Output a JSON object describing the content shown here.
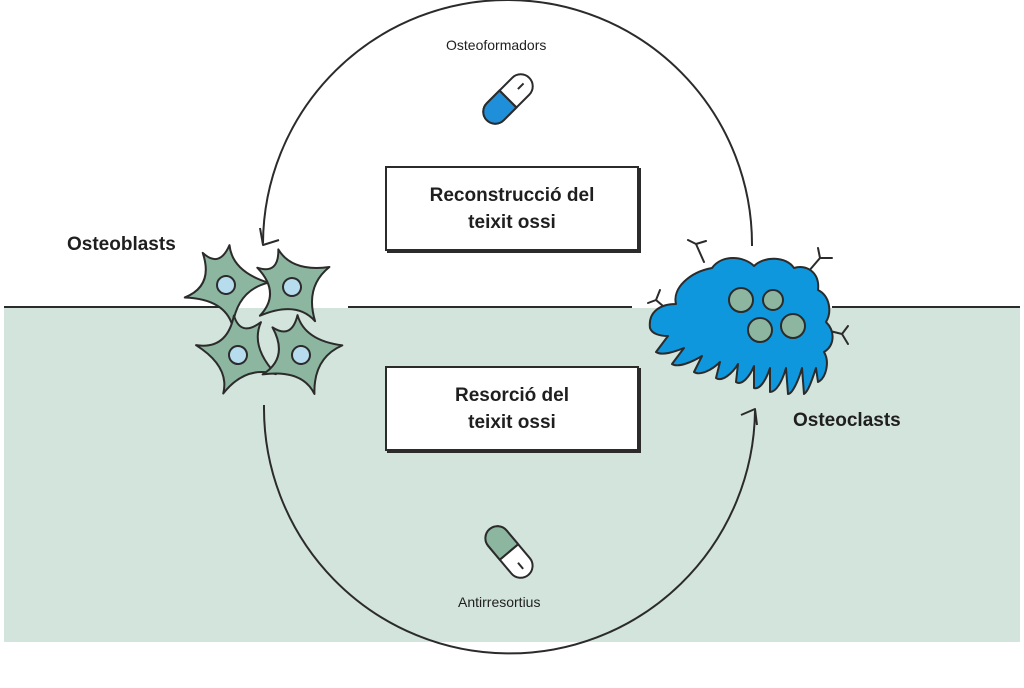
{
  "labels": {
    "top_drug": "Osteoformadors",
    "bottom_drug": "Antirresortius",
    "left_cells": "Osteoblasts",
    "right_cells": "Osteoclasts"
  },
  "boxes": {
    "formation": {
      "line1": "Reconstrucció del",
      "line2": "teixit ossi"
    },
    "resorption": {
      "line1": "Resorció del",
      "line2": "teixit ossi"
    }
  },
  "colors": {
    "bone": "#d3e4dc",
    "osteoblast": "#8db6a0",
    "osteoblast_nucleus": "#b6dcee",
    "osteoclast": "#0f97dd",
    "osteoclast_nucleus": "#8db6a0",
    "pill_blue": "#1f8fd9",
    "pill_green": "#8db6a0",
    "line": "#2b2b2b"
  }
}
